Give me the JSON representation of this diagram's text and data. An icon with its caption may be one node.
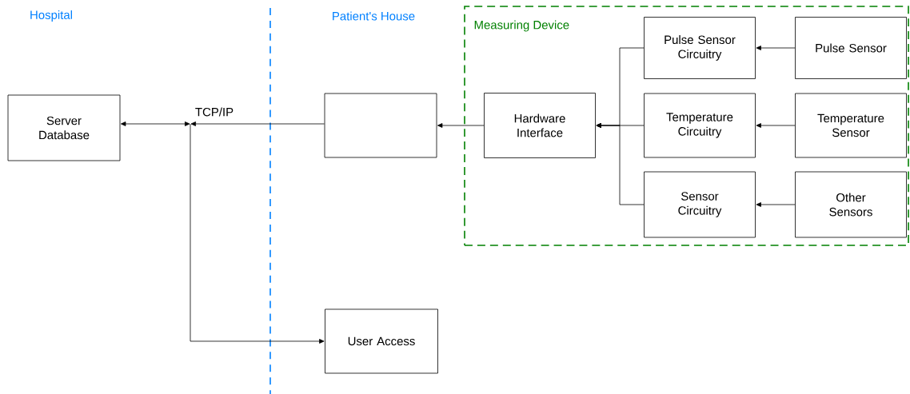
{
  "diagram": {
    "nodes": [
      {
        "text": [
          "Server Database"
        ]
      },
      {
        "text": [
          "TCP/IP"
        ]
      },
      {
        "text": [],
        "shape": "box"
      },
      {
        "text": [
          "User Access"
        ]
      },
      {
        "text": [
          "Measuring Device"
        ]
      },
      {
        "text": [
          "Hardware Interface"
        ],
        "in": 4
      },
      {
        "text": [
          "Pulse Sensor Circuitry"
        ],
        "in": 4
      },
      {
        "text": [
          "Temperature Circuitry"
        ],
        "in": 4
      },
      {
        "text": [
          "Sensor Circuitry"
        ],
        "in": 4
      },
      {
        "text": [
          "Pulse Sensor"
        ],
        "in": 4
      },
      {
        "text": [
          "Temperature Sensor"
        ],
        "in": 4
      },
      {
        "text": [
          "Other Sensors"
        ],
        "in": 4
      }
    ],
    "edges": [
      {
        "from": 1,
        "to": 0,
        "arrow": "both"
      },
      {
        "from": 2,
        "to": 1,
        "arrow": "to"
      },
      {
        "from": 1,
        "to": 3,
        "arrow": "to"
      },
      {
        "from": 5,
        "to": 2,
        "arrow": "to"
      },
      {
        "from": 6,
        "to": 5,
        "arrow": "to"
      },
      {
        "from": 7,
        "to": 5,
        "arrow": "to"
      },
      {
        "from": 8,
        "to": 5,
        "arrow": "to"
      },
      {
        "from": 9,
        "to": 6,
        "arrow": "to"
      },
      {
        "from": 10,
        "to": 7,
        "arrow": "to"
      },
      {
        "from": 11,
        "to": 8,
        "arrow": "to"
      }
    ],
    "labels": [
      "Hospital",
      "Patient's House"
    ]
  }
}
